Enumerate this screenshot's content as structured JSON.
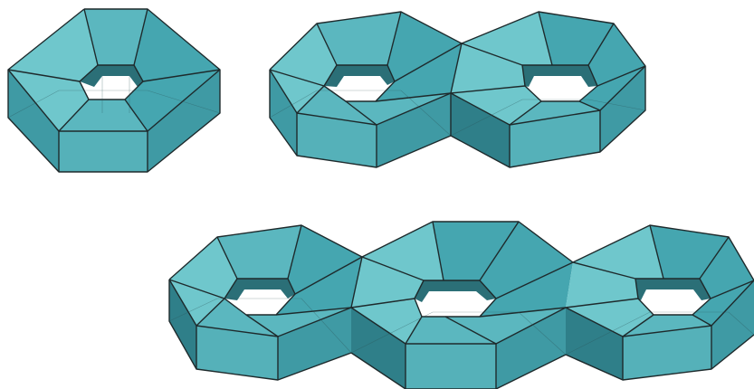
{
  "figure": {
    "background": "#ffffff",
    "colors": {
      "top_light": "#6fc7cc",
      "top_mid": "#5bb7bf",
      "top_dark": "#45a6b0",
      "side_light": "#55b1b9",
      "side_mid": "#3f9aa4",
      "side_dark": "#2f7f89",
      "inner": "#2b6f77",
      "edge": "#1e2a2c"
    },
    "rings": [
      {
        "name": "single-ring"
      },
      {
        "name": "double-ring-left"
      },
      {
        "name": "double-ring-right"
      },
      {
        "name": "triple-ring-left"
      },
      {
        "name": "triple-ring-center"
      },
      {
        "name": "triple-ring-right"
      }
    ]
  }
}
